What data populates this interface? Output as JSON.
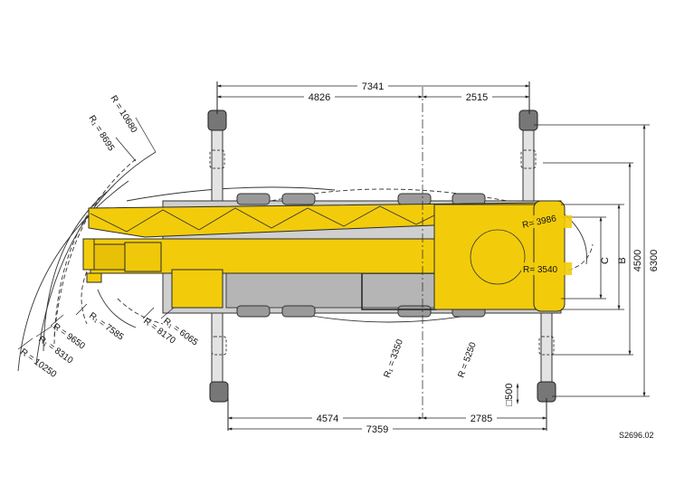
{
  "diagram": {
    "drawing_code": "S2696.02",
    "colors": {
      "crane_yellow": "#f2cc0a",
      "crane_outline": "#2b2b2b",
      "body_gray": "#b5b5b5",
      "dim_line": "#222222"
    },
    "dimensions": {
      "top_total": "7341",
      "top_left": "4826",
      "top_right": "2515",
      "bottom_total": "7359",
      "bottom_left": "4574",
      "bottom_right": "2785",
      "right_overall": "6300",
      "right_b": "4500",
      "label_b": "B",
      "label_c": "C",
      "pad": "□500"
    },
    "radii": {
      "r_10680": "R = 10680",
      "r1_8695": "R₁ = 8695",
      "r1_7585": "R₁ = 7585",
      "r_9650": "R = 9650",
      "r1_8310": "R₁ = 8310",
      "r_10250": "R = 10250",
      "r_8170": "R = 8170",
      "r1_6065": "R₁ = 6065",
      "r1_3350": "R₁ = 3350",
      "r_5250": "R = 5250",
      "r_3986": "R= 3986",
      "r_3540": "R= 3540"
    }
  }
}
